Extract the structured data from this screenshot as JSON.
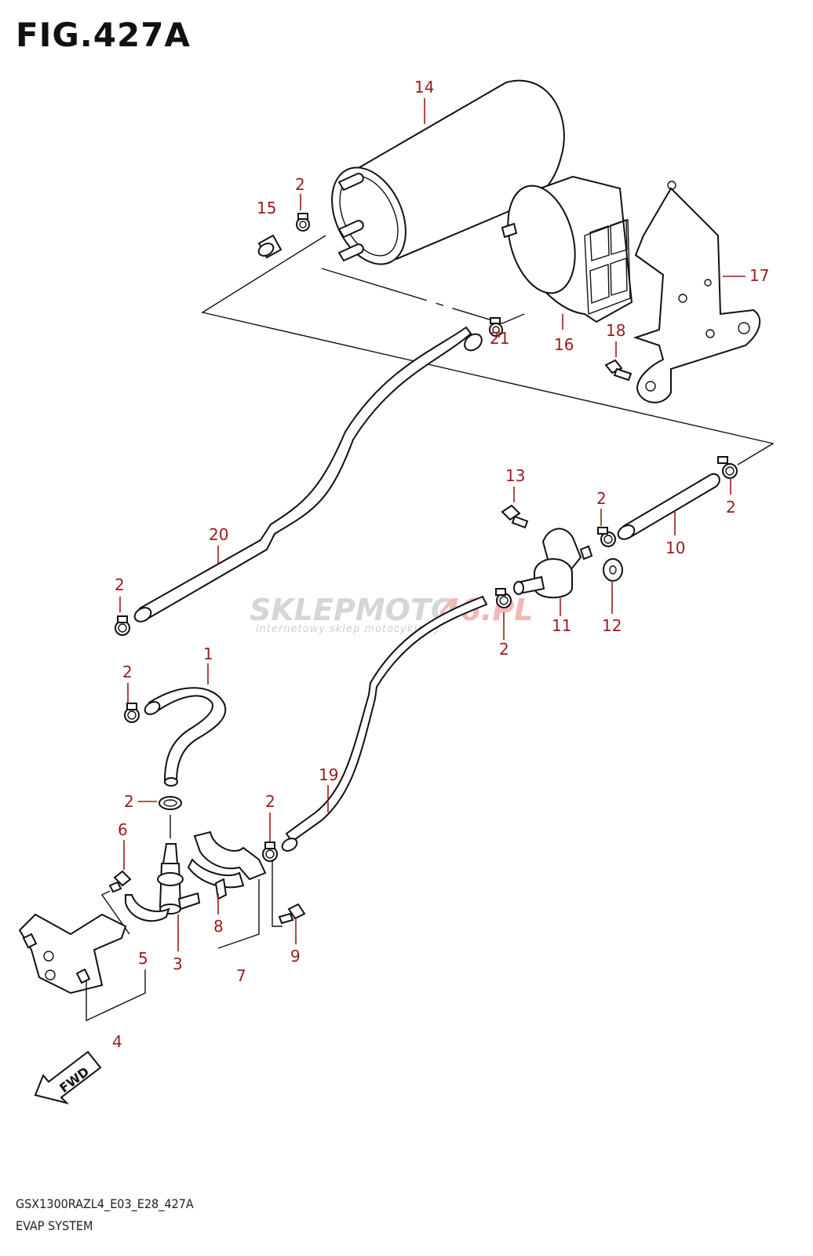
{
  "figure": {
    "title": "FIG.427A"
  },
  "footer": {
    "code": "GSX1300RAZL4_E03_E28_427A",
    "name": "EVAP SYSTEM"
  },
  "watermark": {
    "brand_a": "SKLEPMOTO",
    "brand_b": "46.PL",
    "tagline": "internetowy sklep motocyklowy"
  },
  "fwd_arrow": {
    "label": "FWD"
  },
  "callouts": [
    {
      "id": "c14",
      "text": "14"
    },
    {
      "id": "c2a",
      "text": "2"
    },
    {
      "id": "c15",
      "text": "15"
    },
    {
      "id": "c17",
      "text": "17"
    },
    {
      "id": "c18",
      "text": "18"
    },
    {
      "id": "c16",
      "text": "16"
    },
    {
      "id": "c21",
      "text": "21"
    },
    {
      "id": "c13",
      "text": "13"
    },
    {
      "id": "c2b",
      "text": "2"
    },
    {
      "id": "c2c",
      "text": "2"
    },
    {
      "id": "c20",
      "text": "20"
    },
    {
      "id": "c10",
      "text": "10"
    },
    {
      "id": "c2d",
      "text": "2"
    },
    {
      "id": "c11",
      "text": "11"
    },
    {
      "id": "c12",
      "text": "12"
    },
    {
      "id": "c2e",
      "text": "2"
    },
    {
      "id": "c1",
      "text": "1"
    },
    {
      "id": "c2f",
      "text": "2"
    },
    {
      "id": "c19",
      "text": "19"
    },
    {
      "id": "c2g",
      "text": "2"
    },
    {
      "id": "c2h",
      "text": "2"
    },
    {
      "id": "c6",
      "text": "6"
    },
    {
      "id": "c8",
      "text": "8"
    },
    {
      "id": "c5",
      "text": "5"
    },
    {
      "id": "c3",
      "text": "3"
    },
    {
      "id": "c7",
      "text": "7"
    },
    {
      "id": "c9",
      "text": "9"
    },
    {
      "id": "c4",
      "text": "4"
    }
  ]
}
